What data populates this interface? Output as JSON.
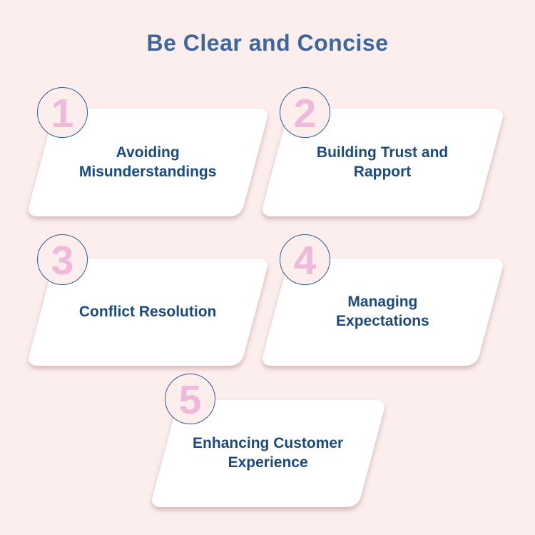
{
  "title": "Be Clear and Concise",
  "steps": [
    {
      "number": "1",
      "label": "Avoiding\nMisunderstandings"
    },
    {
      "number": "2",
      "label": "Building Trust and\nRapport"
    },
    {
      "number": "3",
      "label": "Conflict Resolution"
    },
    {
      "number": "4",
      "label": "Managing\nExpectations"
    },
    {
      "number": "5",
      "label": "Enhancing Customer\nExperience"
    }
  ],
  "colors": {
    "background": "#fdeeee",
    "card": "#ffffff",
    "title_text": "#3f669a",
    "card_text": "#1b4a7e",
    "number_text": "#f0b9da",
    "circle_border": "#2e5d8e",
    "shadow": "rgba(170,132,132,0.5)"
  }
}
